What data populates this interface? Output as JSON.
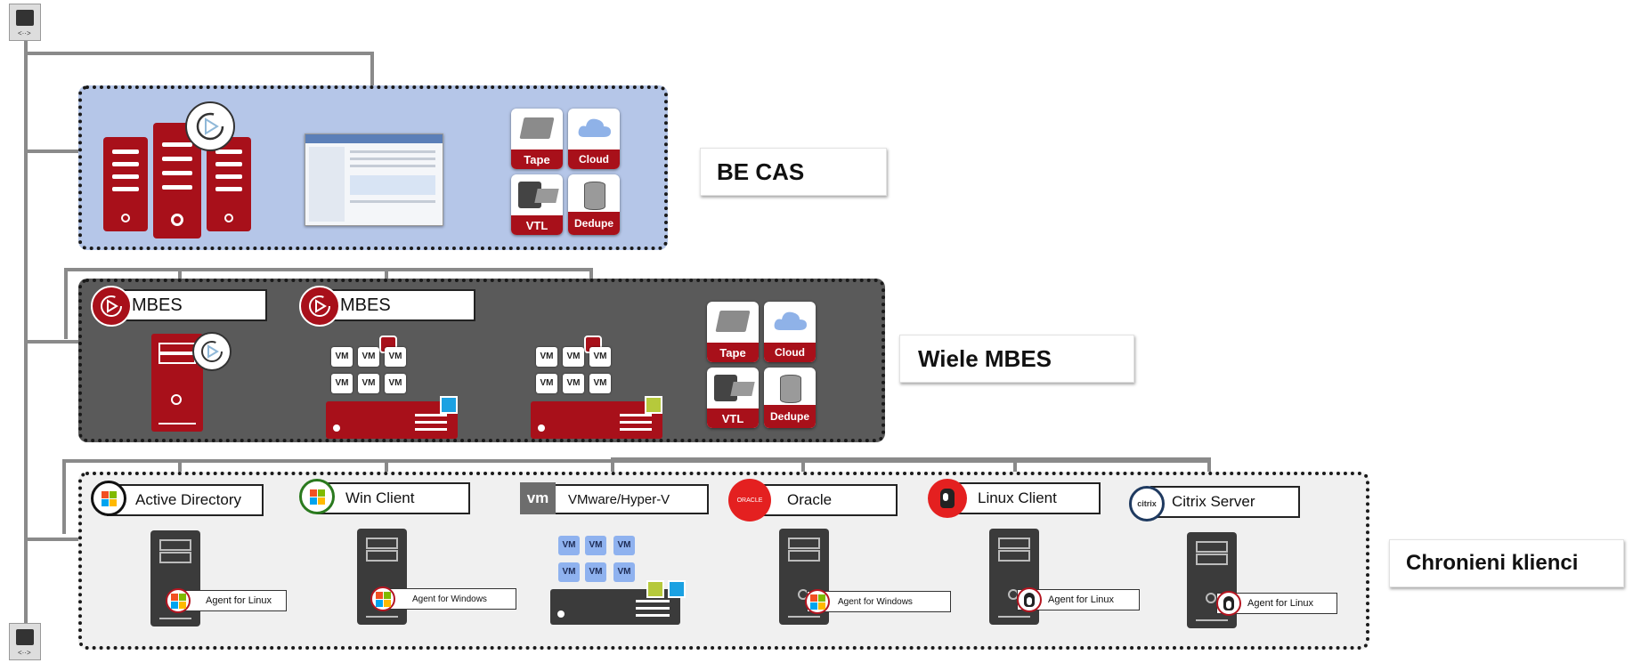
{
  "zones": {
    "cas": {
      "label": "BE CAS"
    },
    "mbes": {
      "label": "Wiele MBES"
    },
    "clients": {
      "label": "Chronieni klienci"
    }
  },
  "cas_storage": {
    "tape": "Tape",
    "cloud": "Cloud",
    "vtl": "VTL",
    "dedupe": "Dedupe"
  },
  "mbes_storage": {
    "tape": "Tape",
    "cloud": "Cloud",
    "vtl": "VTL",
    "dedupe": "Dedupe"
  },
  "mbes_servers": [
    {
      "label": "MBES"
    },
    {
      "label": "MBES"
    }
  ],
  "vm_label": "VM",
  "clients": [
    {
      "label": "Active Directory",
      "agent": "Agent for Linux"
    },
    {
      "label": "Win Client",
      "agent": "Agent for Windows"
    },
    {
      "label": "VMware/Hyper-V",
      "logo": "vm"
    },
    {
      "label": "Oracle",
      "logo": "ORACLE",
      "agent": "Agent for Windows"
    },
    {
      "label": "Linux Client",
      "agent": "Agent for Linux"
    },
    {
      "label": "Citrix Server",
      "logo": "citrix",
      "agent": "Agent for Linux"
    }
  ],
  "colors": {
    "brand_red": "#a8101a",
    "cas_bg": "#b5c6e8",
    "mbes_bg": "#5a5a5a",
    "clients_bg": "#f0f0f0",
    "line": "#8a8a8a"
  },
  "icons": [
    "network-port-icon",
    "backup-play-icon",
    "server-icon",
    "tape-icon",
    "cloud-icon",
    "vtl-icon",
    "dedupe-icon",
    "windows-icon",
    "linux-icon",
    "oracle-icon",
    "citrix-icon",
    "vmware-icon"
  ]
}
